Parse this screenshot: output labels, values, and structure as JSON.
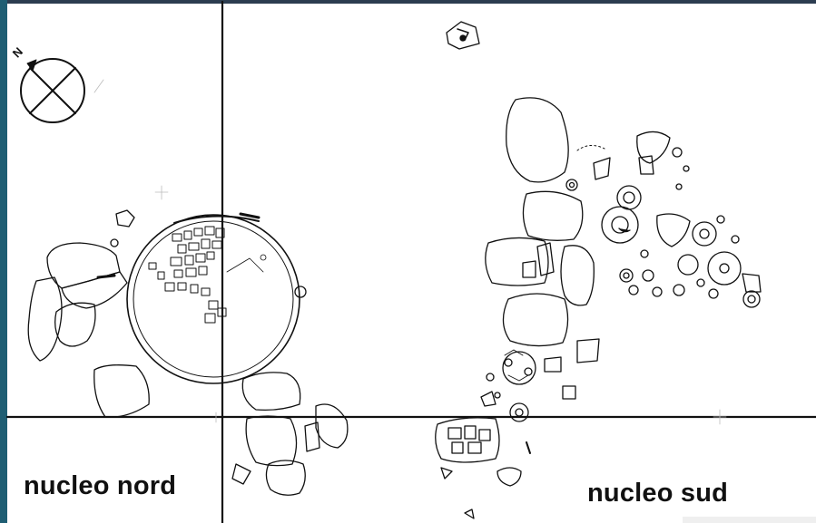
{
  "colors": {
    "frame": "#2c3d50",
    "frame_left": "#1f5e73",
    "ink": "#111111",
    "paper": "#ffffff"
  },
  "compass": {
    "icon": "north-arrow-compass-icon",
    "north_letter": "N"
  },
  "labels": {
    "nucleo_nord": "nucleo nord",
    "nucleo_sud": "nucleo sud"
  }
}
